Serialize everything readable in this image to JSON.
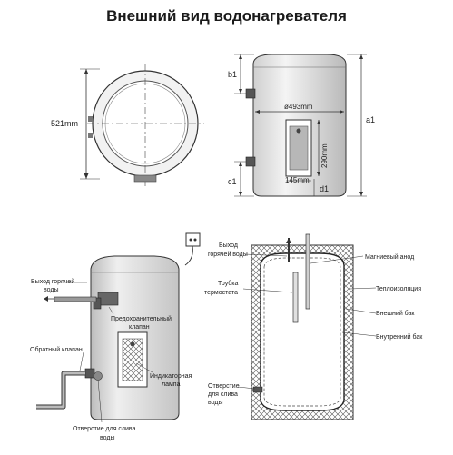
{
  "title": "Внешний вид водонагревателя",
  "dimensions": {
    "height_side": "521mm",
    "diameter": "ø493mm",
    "window_height": "290mm",
    "window_width": "145mm",
    "b1": "b1",
    "c1": "c1",
    "a1": "a1",
    "d1": "d1"
  },
  "piping_view": {
    "hot_outlet_line1": "Выход горячей",
    "hot_outlet_line2": "воды",
    "safety_valve_line1": "Предохранительный",
    "safety_valve_line2": "клапан",
    "check_valve": "Обратный клапан",
    "indicator_line1": "Индикаторная",
    "indicator_line2": "лампа",
    "drain_line1": "Отверстие для слива",
    "drain_line2": "воды"
  },
  "cross_section": {
    "hot_outlet_line1": "Выход",
    "hot_outlet_line2": "горячей воды",
    "magnesium_anode": "Магниевый анод",
    "thermostat_line1": "Трубка",
    "thermostat_line2": "термостата",
    "insulation": "Теплоизоляция",
    "outer_tank": "Внешний бак",
    "inner_tank": "Внутренний бак",
    "drain_line1": "Отверстие",
    "drain_line2": "для слива",
    "drain_line3": "воды"
  }
}
